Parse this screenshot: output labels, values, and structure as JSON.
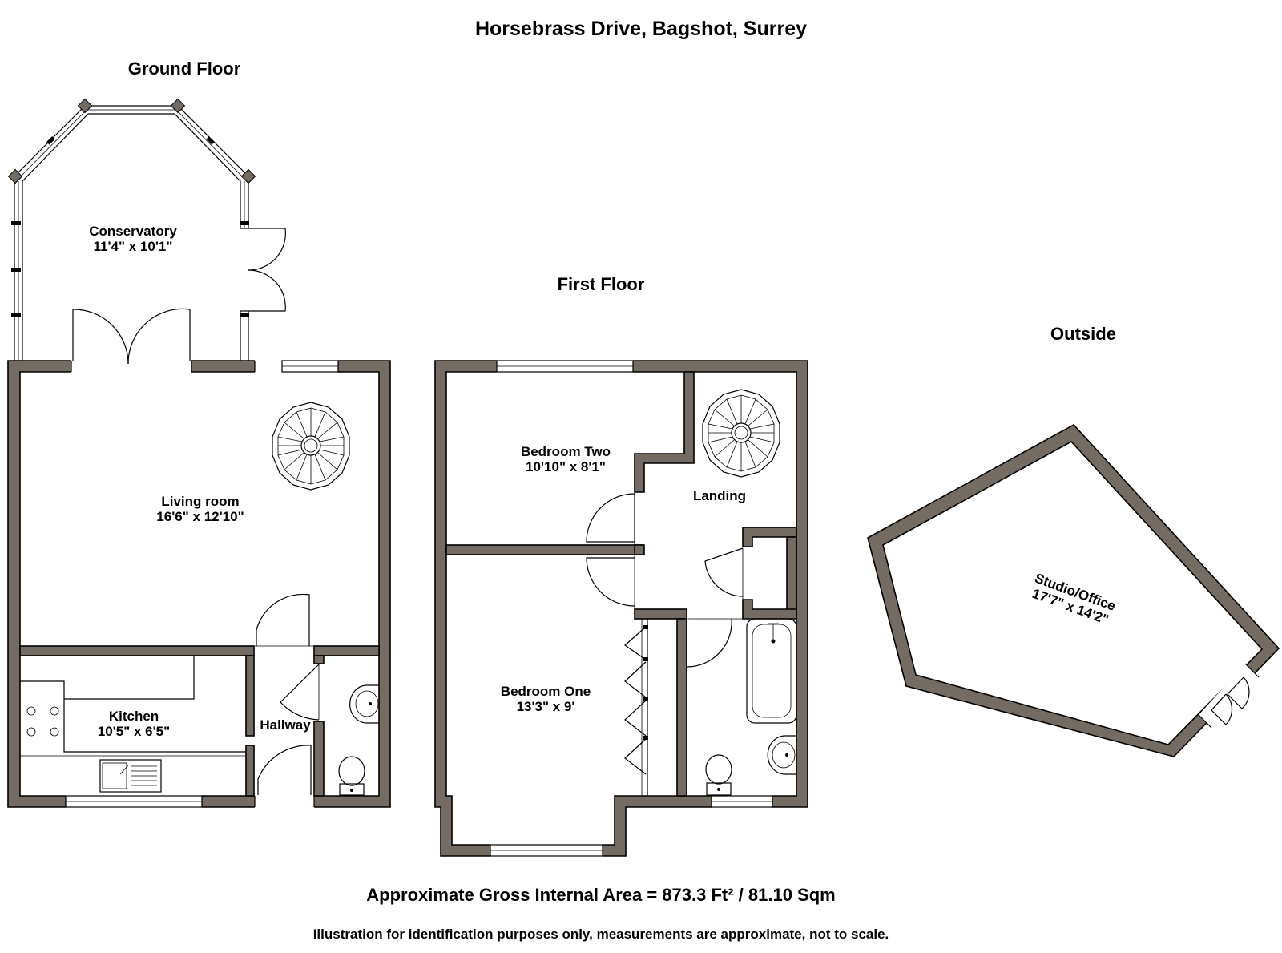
{
  "title": "Horsebrass Drive, Bagshot, Surrey",
  "floors": {
    "ground": {
      "label": "Ground Floor",
      "rooms": [
        {
          "name": "Conservatory",
          "size": "11'4\" x 10'1\""
        },
        {
          "name": "Living room",
          "size": "16'6\" x 12'10\""
        },
        {
          "name": "Kitchen",
          "size": "10'5\" x 6'5\""
        },
        {
          "name": "Hallway"
        }
      ]
    },
    "first": {
      "label": "First Floor",
      "rooms": [
        {
          "name": "Bedroom Two",
          "size": "10'10\" x 8'1\""
        },
        {
          "name": "Landing"
        },
        {
          "name": "Bedroom One",
          "size": "13'3\" x 9'"
        }
      ]
    },
    "outside": {
      "label": "Outside",
      "rooms": [
        {
          "name": "Studio/Office",
          "size": "17'7\" x 14'2\""
        }
      ]
    }
  },
  "area": "Approximate Gross Internal Area = 873.3 Ft² / 81.10 Sqm",
  "disclaimer": "Illustration for identification purposes only, measurements are approximate, not to scale.",
  "colors": {
    "wall": "#746c62",
    "line": "#000000",
    "background": "#ffffff"
  }
}
